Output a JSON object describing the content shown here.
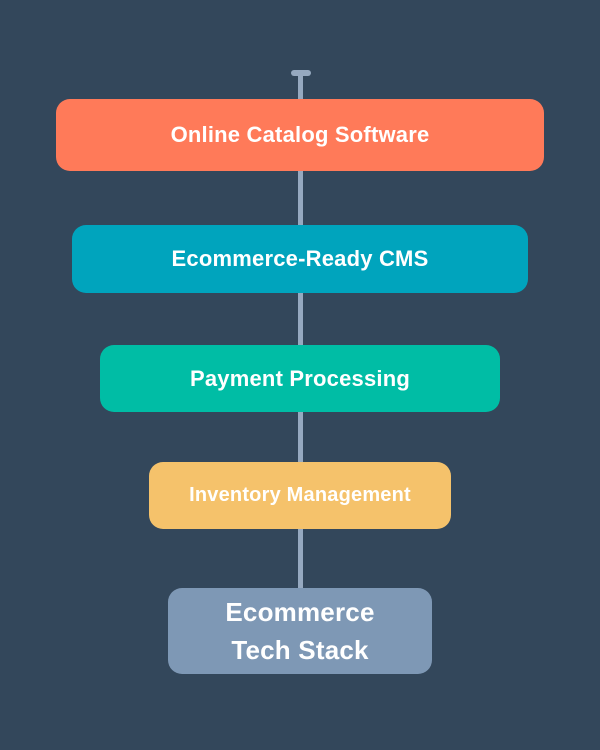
{
  "diagram": {
    "title": "Ecommerce Tech Stack",
    "background_color": "#33475B",
    "connector_color": "#96A9C0",
    "text_color": "#FFFFFF",
    "nodes": [
      {
        "label": "Online Catalog Software",
        "color": "#FF7A59"
      },
      {
        "label": "Ecommerce-Ready CMS",
        "color": "#00A4BD"
      },
      {
        "label": "Payment Processing",
        "color": "#00BDA5"
      },
      {
        "label": "Inventory Management",
        "color": "#F5C26B"
      },
      {
        "label": "Ecommerce Tech Stack",
        "color": "#7E98B5"
      }
    ]
  }
}
